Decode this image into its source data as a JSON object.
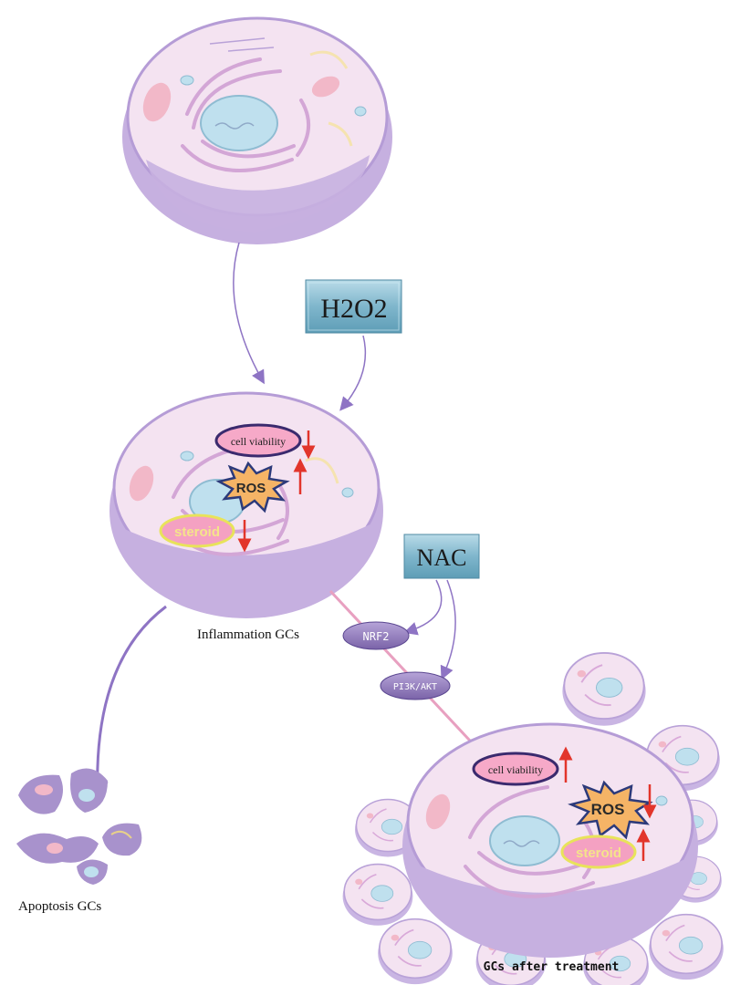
{
  "diagram": {
    "stimulus_label": "H2O2",
    "treatment_label": "NAC",
    "pathways": [
      "NRF2",
      "PI3K/AKT"
    ],
    "inflamed_cell": {
      "label": "Inflammation GCs",
      "markers": [
        {
          "text": "cell viability",
          "direction": "down"
        },
        {
          "text": "ROS",
          "direction": "up"
        },
        {
          "text": "steroid",
          "direction": "down"
        }
      ]
    },
    "treated_cell": {
      "label": "GCs after treatment",
      "markers": [
        {
          "text": "cell viability",
          "direction": "up"
        },
        {
          "text": "ROS",
          "direction": "down"
        },
        {
          "text": "steroid",
          "direction": "up"
        }
      ]
    },
    "apoptosis_label": "Apoptosis GCs"
  },
  "colors": {
    "membrane": "#c9b5e3",
    "membrane_dark": "#a88fcf",
    "cytoplasm": "#f4e3f1",
    "nucleus": "#bfe0ee",
    "label_box": "#7bb3c9",
    "pill": "#8a73b5",
    "arrow_red": "#e2352b",
    "star": "#f5b466",
    "viability": "#f6a9c8",
    "steroid": "#f4a1c2",
    "steroid_outline": "#e8e35a",
    "link": "#e8a0c0"
  }
}
